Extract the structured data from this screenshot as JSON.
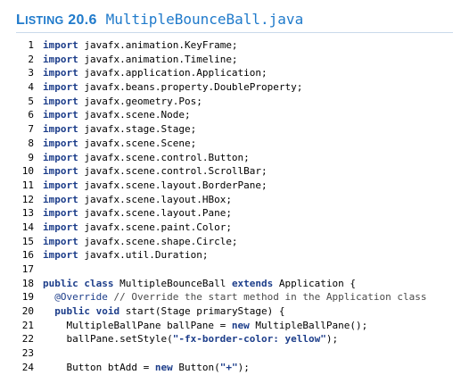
{
  "listing": {
    "label_prefix": "L",
    "label_rest": "ISTING",
    "number": "20.6",
    "filename": "MultipleBounceBall.java"
  },
  "code_lines": [
    {
      "n": "1",
      "parts": [
        {
          "t": "import",
          "c": "kw"
        },
        {
          "t": " javafx.animation.KeyFrame;",
          "c": ""
        }
      ]
    },
    {
      "n": "2",
      "parts": [
        {
          "t": "import",
          "c": "kw"
        },
        {
          "t": " javafx.animation.Timeline;",
          "c": ""
        }
      ]
    },
    {
      "n": "3",
      "parts": [
        {
          "t": "import",
          "c": "kw"
        },
        {
          "t": " javafx.application.Application;",
          "c": ""
        }
      ]
    },
    {
      "n": "4",
      "parts": [
        {
          "t": "import",
          "c": "kw"
        },
        {
          "t": " javafx.beans.property.DoubleProperty;",
          "c": ""
        }
      ]
    },
    {
      "n": "5",
      "parts": [
        {
          "t": "import",
          "c": "kw"
        },
        {
          "t": " javafx.geometry.Pos;",
          "c": ""
        }
      ]
    },
    {
      "n": "6",
      "parts": [
        {
          "t": "import",
          "c": "kw"
        },
        {
          "t": " javafx.scene.Node;",
          "c": ""
        }
      ]
    },
    {
      "n": "7",
      "parts": [
        {
          "t": "import",
          "c": "kw"
        },
        {
          "t": " javafx.stage.Stage;",
          "c": ""
        }
      ]
    },
    {
      "n": "8",
      "parts": [
        {
          "t": "import",
          "c": "kw"
        },
        {
          "t": " javafx.scene.Scene;",
          "c": ""
        }
      ]
    },
    {
      "n": "9",
      "parts": [
        {
          "t": "import",
          "c": "kw"
        },
        {
          "t": " javafx.scene.control.Button;",
          "c": ""
        }
      ]
    },
    {
      "n": "10",
      "parts": [
        {
          "t": "import",
          "c": "kw"
        },
        {
          "t": " javafx.scene.control.ScrollBar;",
          "c": ""
        }
      ]
    },
    {
      "n": "11",
      "parts": [
        {
          "t": "import",
          "c": "kw"
        },
        {
          "t": " javafx.scene.layout.BorderPane;",
          "c": ""
        }
      ]
    },
    {
      "n": "12",
      "parts": [
        {
          "t": "import",
          "c": "kw"
        },
        {
          "t": " javafx.scene.layout.HBox;",
          "c": ""
        }
      ]
    },
    {
      "n": "13",
      "parts": [
        {
          "t": "import",
          "c": "kw"
        },
        {
          "t": " javafx.scene.layout.Pane;",
          "c": ""
        }
      ]
    },
    {
      "n": "14",
      "parts": [
        {
          "t": "import",
          "c": "kw"
        },
        {
          "t": " javafx.scene.paint.Color;",
          "c": ""
        }
      ]
    },
    {
      "n": "15",
      "parts": [
        {
          "t": "import",
          "c": "kw"
        },
        {
          "t": " javafx.scene.shape.Circle;",
          "c": ""
        }
      ]
    },
    {
      "n": "16",
      "parts": [
        {
          "t": "import",
          "c": "kw"
        },
        {
          "t": " javafx.util.Duration;",
          "c": ""
        }
      ]
    },
    {
      "n": "17",
      "parts": []
    },
    {
      "n": "18",
      "parts": [
        {
          "t": "public class",
          "c": "kw"
        },
        {
          "t": " MultipleBounceBall ",
          "c": ""
        },
        {
          "t": "extends",
          "c": "kw"
        },
        {
          "t": " Application {",
          "c": ""
        }
      ]
    },
    {
      "n": "19",
      "parts": [
        {
          "t": "  ",
          "c": ""
        },
        {
          "t": "@Override",
          "c": "an"
        },
        {
          "t": " ",
          "c": ""
        },
        {
          "t": "// Override the start method in the Application class",
          "c": "cm"
        }
      ]
    },
    {
      "n": "20",
      "parts": [
        {
          "t": "  ",
          "c": ""
        },
        {
          "t": "public void",
          "c": "kw"
        },
        {
          "t": " start(Stage primaryStage) {",
          "c": ""
        }
      ]
    },
    {
      "n": "21",
      "parts": [
        {
          "t": "    MultipleBallPane ballPane = ",
          "c": ""
        },
        {
          "t": "new",
          "c": "kw"
        },
        {
          "t": " MultipleBallPane();",
          "c": ""
        }
      ]
    },
    {
      "n": "22",
      "parts": [
        {
          "t": "    ballPane.setStyle(",
          "c": ""
        },
        {
          "t": "\"-fx-border-color: yellow\"",
          "c": "st"
        },
        {
          "t": ");",
          "c": ""
        }
      ]
    },
    {
      "n": "23",
      "parts": []
    },
    {
      "n": "24",
      "parts": [
        {
          "t": "    Button btAdd = ",
          "c": ""
        },
        {
          "t": "new",
          "c": "kw"
        },
        {
          "t": " Button(",
          "c": ""
        },
        {
          "t": "\"+\"",
          "c": "st"
        },
        {
          "t": ");",
          "c": ""
        }
      ]
    }
  ]
}
